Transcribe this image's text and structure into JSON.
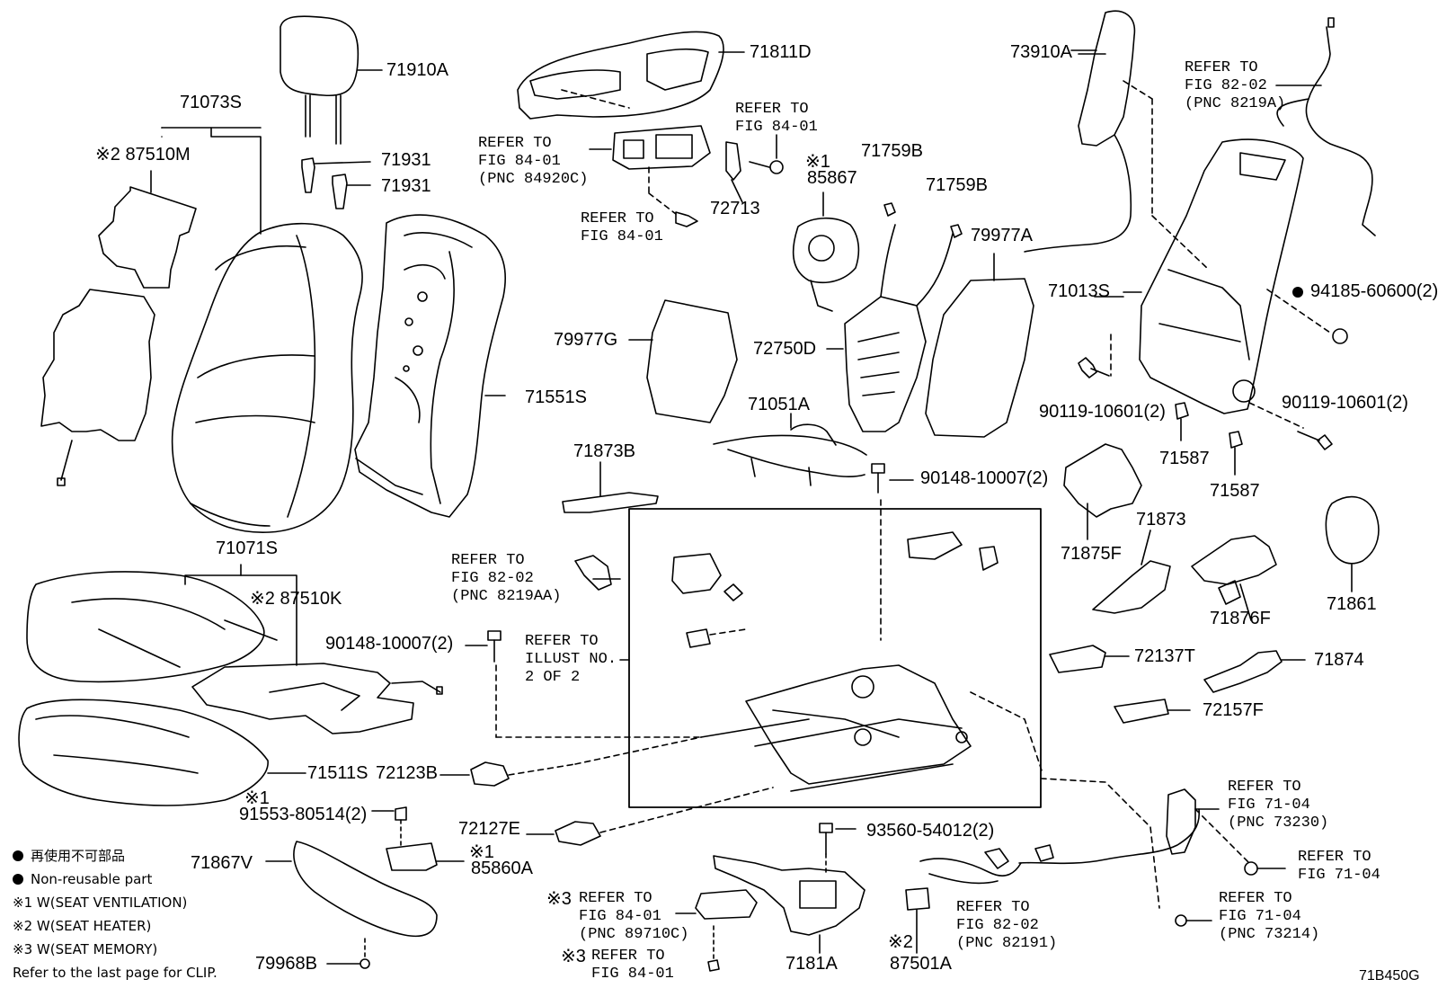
{
  "diagram_code": "71B450G",
  "labels": {
    "p71910A": "71910A",
    "p71073S": "71073S",
    "p87510M": "※2 87510M",
    "p71931a": "71931",
    "p71931b": "71931",
    "p71811D": "71811D",
    "p73910A": "73910A",
    "p71759B_1": "71759B",
    "p71759B_2": "71759B",
    "p85867": "85867",
    "p85867_mark": "※1",
    "p72713": "72713",
    "p79977A": "79977A",
    "p71013S": "71013S",
    "p94185": "94185-60600(2)",
    "p79977G": "79977G",
    "p72750D": "72750D",
    "p71551S": "71551S",
    "p90119_a": "90119-10601(2)",
    "p90119_b": "90119-10601(2)",
    "p71051A": "71051A",
    "p71587_a": "71587",
    "p71587_b": "71587",
    "p71873B": "71873B",
    "p90148_a": "90148-10007(2)",
    "p71873": "71873",
    "p71875F": "71875F",
    "p71861": "71861",
    "p71071S": "71071S",
    "p87510K": "※2 87510K",
    "p71876F": "71876F",
    "p90148_b": "90148-10007(2)",
    "p72137T": "72137T",
    "p71874": "71874",
    "p72157F": "72157F",
    "p71511S": "71511S",
    "p72123B": "72123B",
    "p91553_mark": "※1",
    "p91553": "91553-80514(2)",
    "p72127E": "72127E",
    "p93560": "93560-54012(2)",
    "p71867V": "71867V",
    "p85860A_mark": "※1",
    "p85860A": "85860A",
    "p79968B": "79968B",
    "p7181A": "7181A",
    "p87501A": "87501A",
    "p87501A_mark": "※2"
  },
  "refs": {
    "r1": "REFER TO\nFIG 84-01\n(PNC 84920C)",
    "r2": "REFER TO\nFIG 84-01",
    "r3": "REFER TO\nFIG 84-01",
    "r4": "REFER TO\nFIG 82-02\n(PNC 8219A)",
    "r5": "REFER TO\nFIG 82-02\n(PNC 8219AA)",
    "r6": "REFER TO\nILLUST NO.\n2 OF 2",
    "r7": "REFER TO\nFIG 71-04\n(PNC 73230)",
    "r8": "REFER TO\nFIG 71-04",
    "r9": "REFER TO\nFIG 71-04\n(PNC 73214)",
    "r10": "REFER TO\nFIG 84-01\n(PNC 89710C)",
    "r10_mark": "※3",
    "r11": "REFER TO\nFIG 84-01",
    "r11_mark": "※3",
    "r12": "REFER TO\nFIG 82-02\n(PNC 82191)"
  },
  "legend": {
    "line1": "再使用不可部品",
    "line2": "Non-reusable part",
    "line3": "※1  W(SEAT VENTILATION)",
    "line4": "※2  W(SEAT HEATER)",
    "line5": "※3  W(SEAT MEMORY)",
    "line6": "Refer to the last page for CLIP."
  }
}
